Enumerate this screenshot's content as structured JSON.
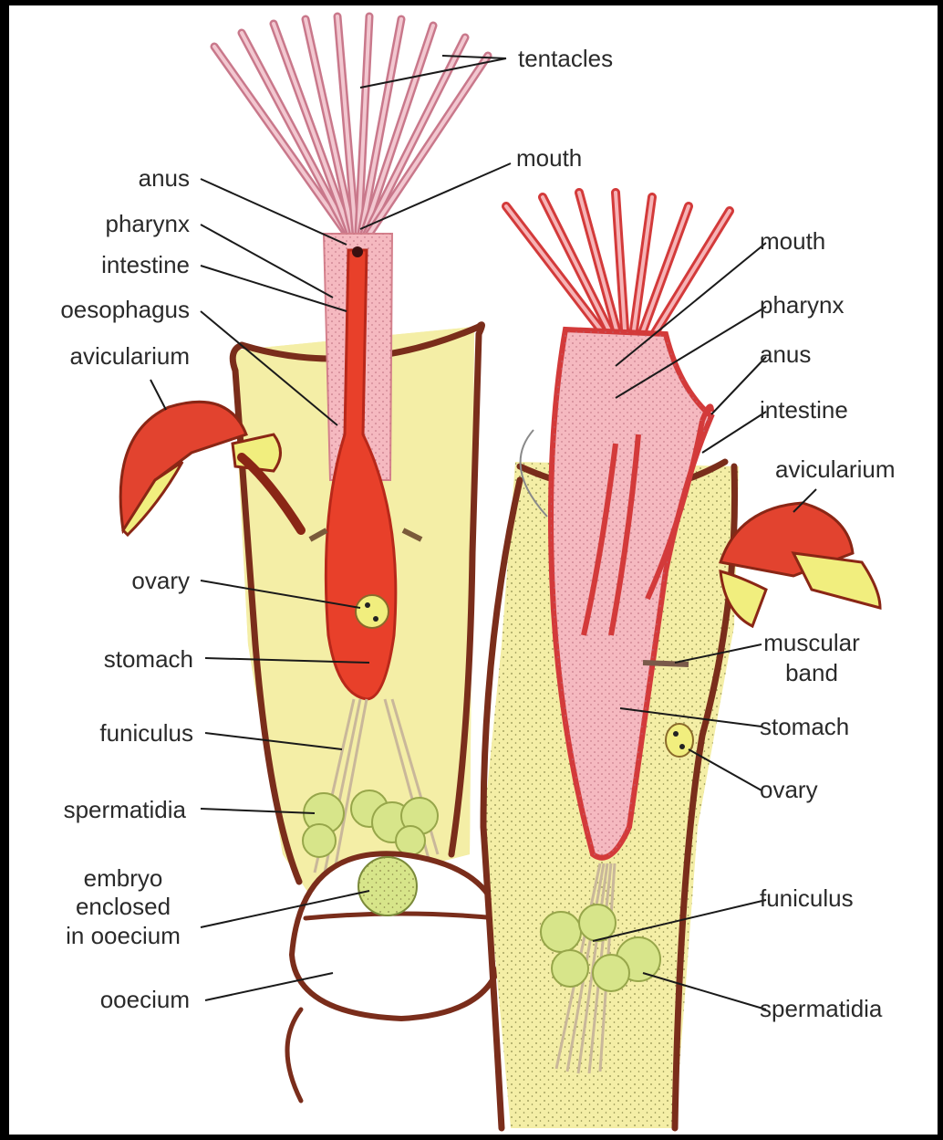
{
  "labels": {
    "tentacles": "tentacles",
    "left": {
      "anus": "anus",
      "pharynx": "pharynx",
      "intestine": "intestine",
      "oesophagus": "oesophagus",
      "avicularium": "avicularium",
      "ovary": "ovary",
      "stomach": "stomach",
      "funiculus": "funiculus",
      "spermatidia": "spermatidia",
      "embryo_line1": "embryo",
      "embryo_line2": "enclosed",
      "embryo_line3": "in ooecium",
      "ooecium": "ooecium"
    },
    "top_mouth": "mouth",
    "right": {
      "mouth": "mouth",
      "pharynx": "pharynx",
      "anus": "anus",
      "intestine": "intestine",
      "avicularium": "avicularium",
      "muscular_band_line1": "muscular",
      "muscular_band_line2": "band",
      "stomach": "stomach",
      "ovary": "ovary",
      "funiculus": "funiculus",
      "spermatidia": "spermatidia"
    }
  },
  "colors": {
    "background": "#000000",
    "canvas": "#ffffff",
    "zooecium_fill": "#f4eea6",
    "body_wall": "#7a2d1b",
    "gut": "#e8402a",
    "lophophore_pink": "#f5b9c0",
    "spermatidia": "#d7e58a"
  }
}
